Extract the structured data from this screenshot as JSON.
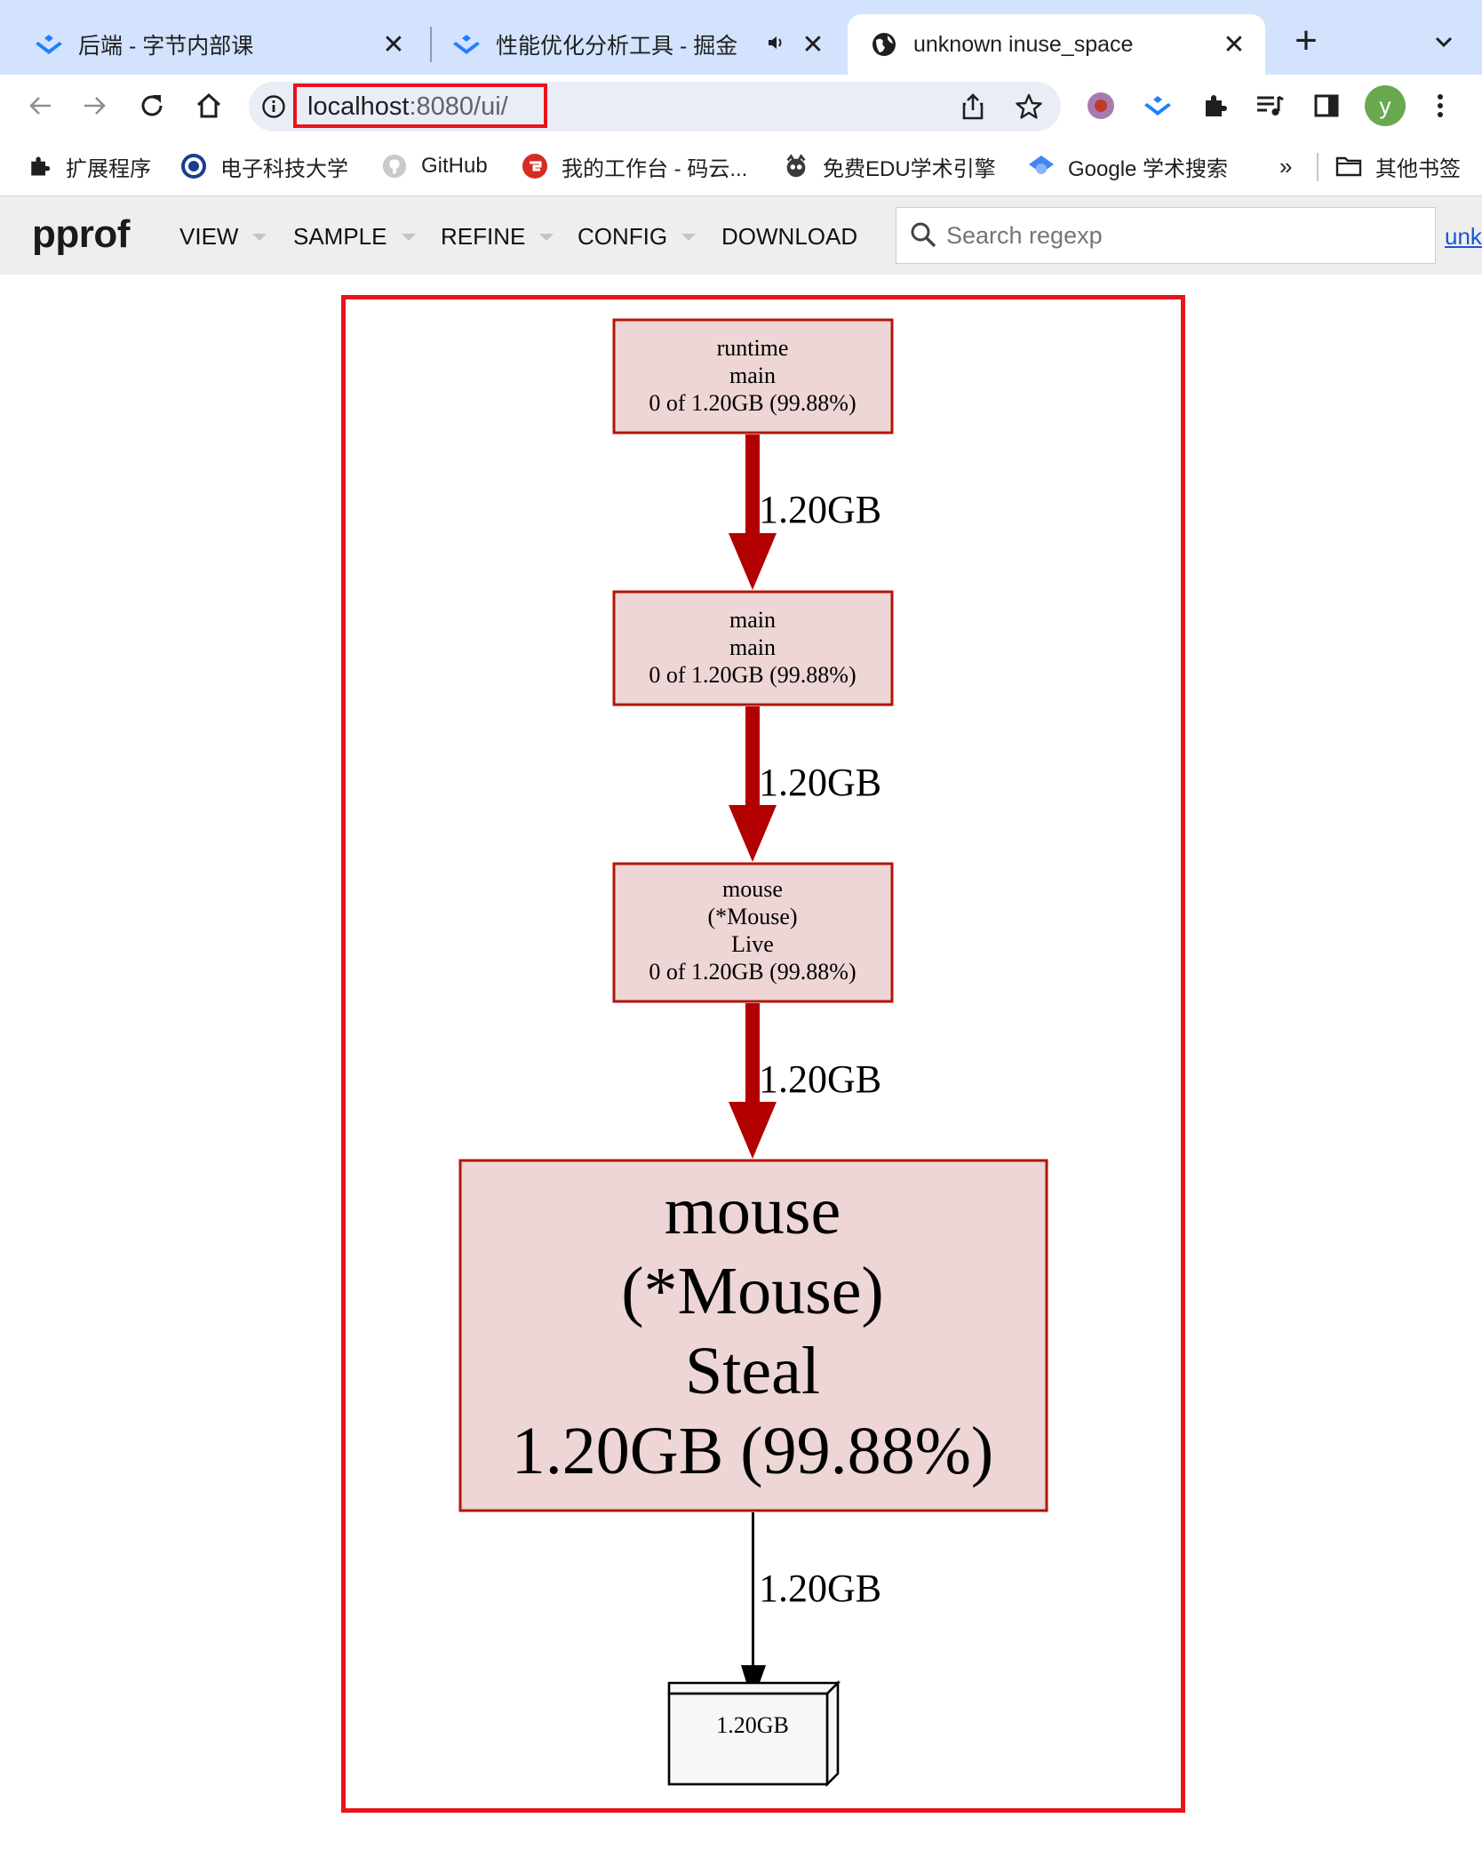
{
  "browser": {
    "tabs": [
      {
        "label": "后端 - 字节内部课",
        "icon": "juejin-logo-icon",
        "active": false
      },
      {
        "label": "性能优化分析工具 - 掘金",
        "icon": "juejin-logo-icon",
        "active": false,
        "audio": true
      },
      {
        "label": "unknown inuse_space",
        "icon": "globe-icon",
        "active": true
      }
    ],
    "url_host": "localhost",
    "url_rest": ":8080/ui/",
    "profile_initial": "y",
    "accent": "#d3e3fd",
    "highlight_color": "#e8141c"
  },
  "bookmarks": {
    "items": [
      {
        "label": "扩展程序",
        "icon": "puzzle-icon"
      },
      {
        "label": "电子科技大学",
        "icon": "university-emblem-icon"
      },
      {
        "label": "GitHub",
        "icon": "github-icon"
      },
      {
        "label": "我的工作台 - 码云...",
        "icon": "gitee-icon"
      },
      {
        "label": "免费EDU学术引擎",
        "icon": "edu-engine-icon"
      },
      {
        "label": "Google 学术搜索",
        "icon": "scholar-icon"
      }
    ],
    "overflow": "»",
    "other_folder": "其他书签"
  },
  "pprof": {
    "logo": "pprof",
    "menu": [
      "VIEW",
      "SAMPLE",
      "REFINE",
      "CONFIG",
      "DOWNLOAD"
    ],
    "search_placeholder": "Search regexp",
    "link_text": "unk"
  },
  "graph": {
    "nodes": [
      {
        "lines": [
          "runtime",
          "main",
          "0 of 1.20GB (99.88%)"
        ]
      },
      {
        "lines": [
          "main",
          "main",
          "0 of 1.20GB (99.88%)"
        ]
      },
      {
        "lines": [
          "mouse",
          "(*Mouse)",
          "Live",
          "0 of 1.20GB (99.88%)"
        ]
      },
      {
        "lines": [
          "mouse",
          "(*Mouse)",
          "Steal",
          "1.20GB (99.88%)"
        ]
      },
      {
        "lines": [
          "1.20GB"
        ]
      }
    ],
    "edges": [
      "1.20GB",
      "1.20GB",
      "1.20GB",
      "1.20GB"
    ],
    "node_fill": "#edd6d5",
    "node_stroke": "#b2150b",
    "edge_color": "#b20000"
  }
}
